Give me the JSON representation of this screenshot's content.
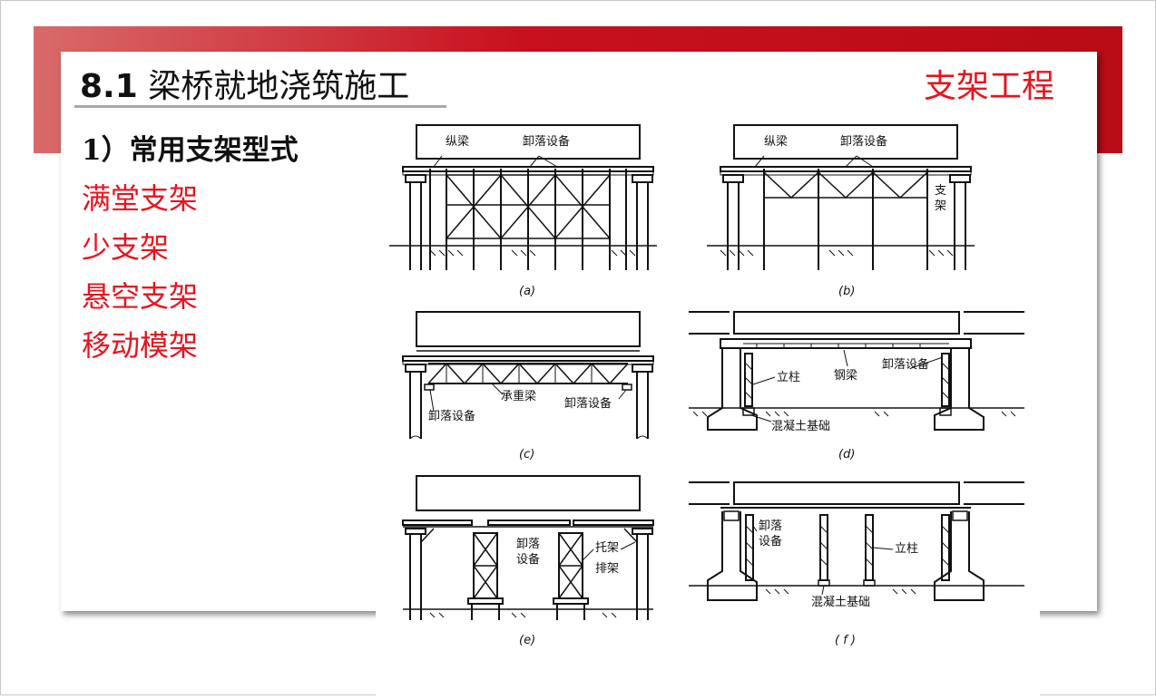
{
  "slide": {
    "title_number": "8.1",
    "title_text": "梁桥就地浇筑施工",
    "title_right": "支架工程",
    "subhead": "1）常用支架型式",
    "items": [
      "满堂支架",
      "少支架",
      "悬空支架",
      "移动模架"
    ]
  },
  "figures": {
    "a": {
      "caption": "(a)",
      "labels": [
        "纵梁",
        "卸落设备"
      ]
    },
    "b": {
      "caption": "(b)",
      "labels": [
        "纵梁",
        "卸落设备",
        "支",
        "架"
      ]
    },
    "c": {
      "caption": "(c)",
      "labels": [
        "承重梁",
        "卸落设备",
        "卸落设备"
      ]
    },
    "d": {
      "caption": "(d)",
      "labels": [
        "钢梁",
        "卸落设备",
        "立柱",
        "混凝土基础"
      ]
    },
    "e": {
      "caption": "(e)",
      "labels": [
        "卸落",
        "设备",
        "托架",
        "排架"
      ]
    },
    "f": {
      "caption": "( f )",
      "labels": [
        "卸落",
        "设备",
        "立柱",
        "混凝土基础"
      ]
    }
  },
  "colors": {
    "accent": "#e8141e",
    "band": "#c8101e",
    "text": "#111111"
  }
}
